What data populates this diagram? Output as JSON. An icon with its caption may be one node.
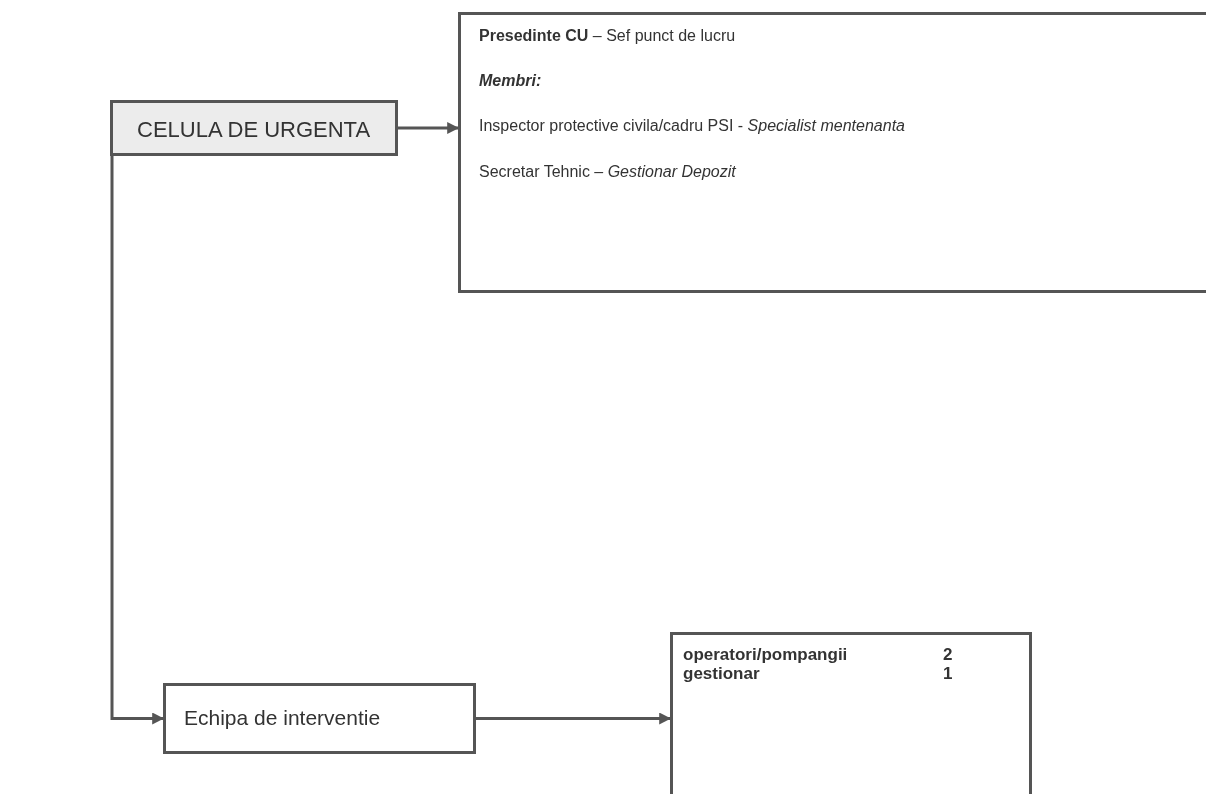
{
  "diagram": {
    "nodes": [
      {
        "text": [
          "CELULA DE URGENTA"
        ]
      },
      {
        "text": [
          "**Presedinte CU** – Sef punct de lucru",
          "Membri:",
          "Inspector protective civila/cadru PSI - *Specialist mentenanta*",
          "Secretar Tehnic – *Gestionar Depozit*"
        ]
      },
      {
        "text": [
          "Echipa de interventie"
        ]
      },
      {
        "text": [
          "operatori/pompangii",
          "2",
          "gestionar",
          "1"
        ]
      }
    ],
    "edges": [
      {
        "from": 0,
        "to": 1,
        "arrow": "to"
      },
      {
        "from": 0,
        "to": 2,
        "arrow": "to"
      },
      {
        "from": 2,
        "to": 3,
        "arrow": "to"
      }
    ]
  }
}
